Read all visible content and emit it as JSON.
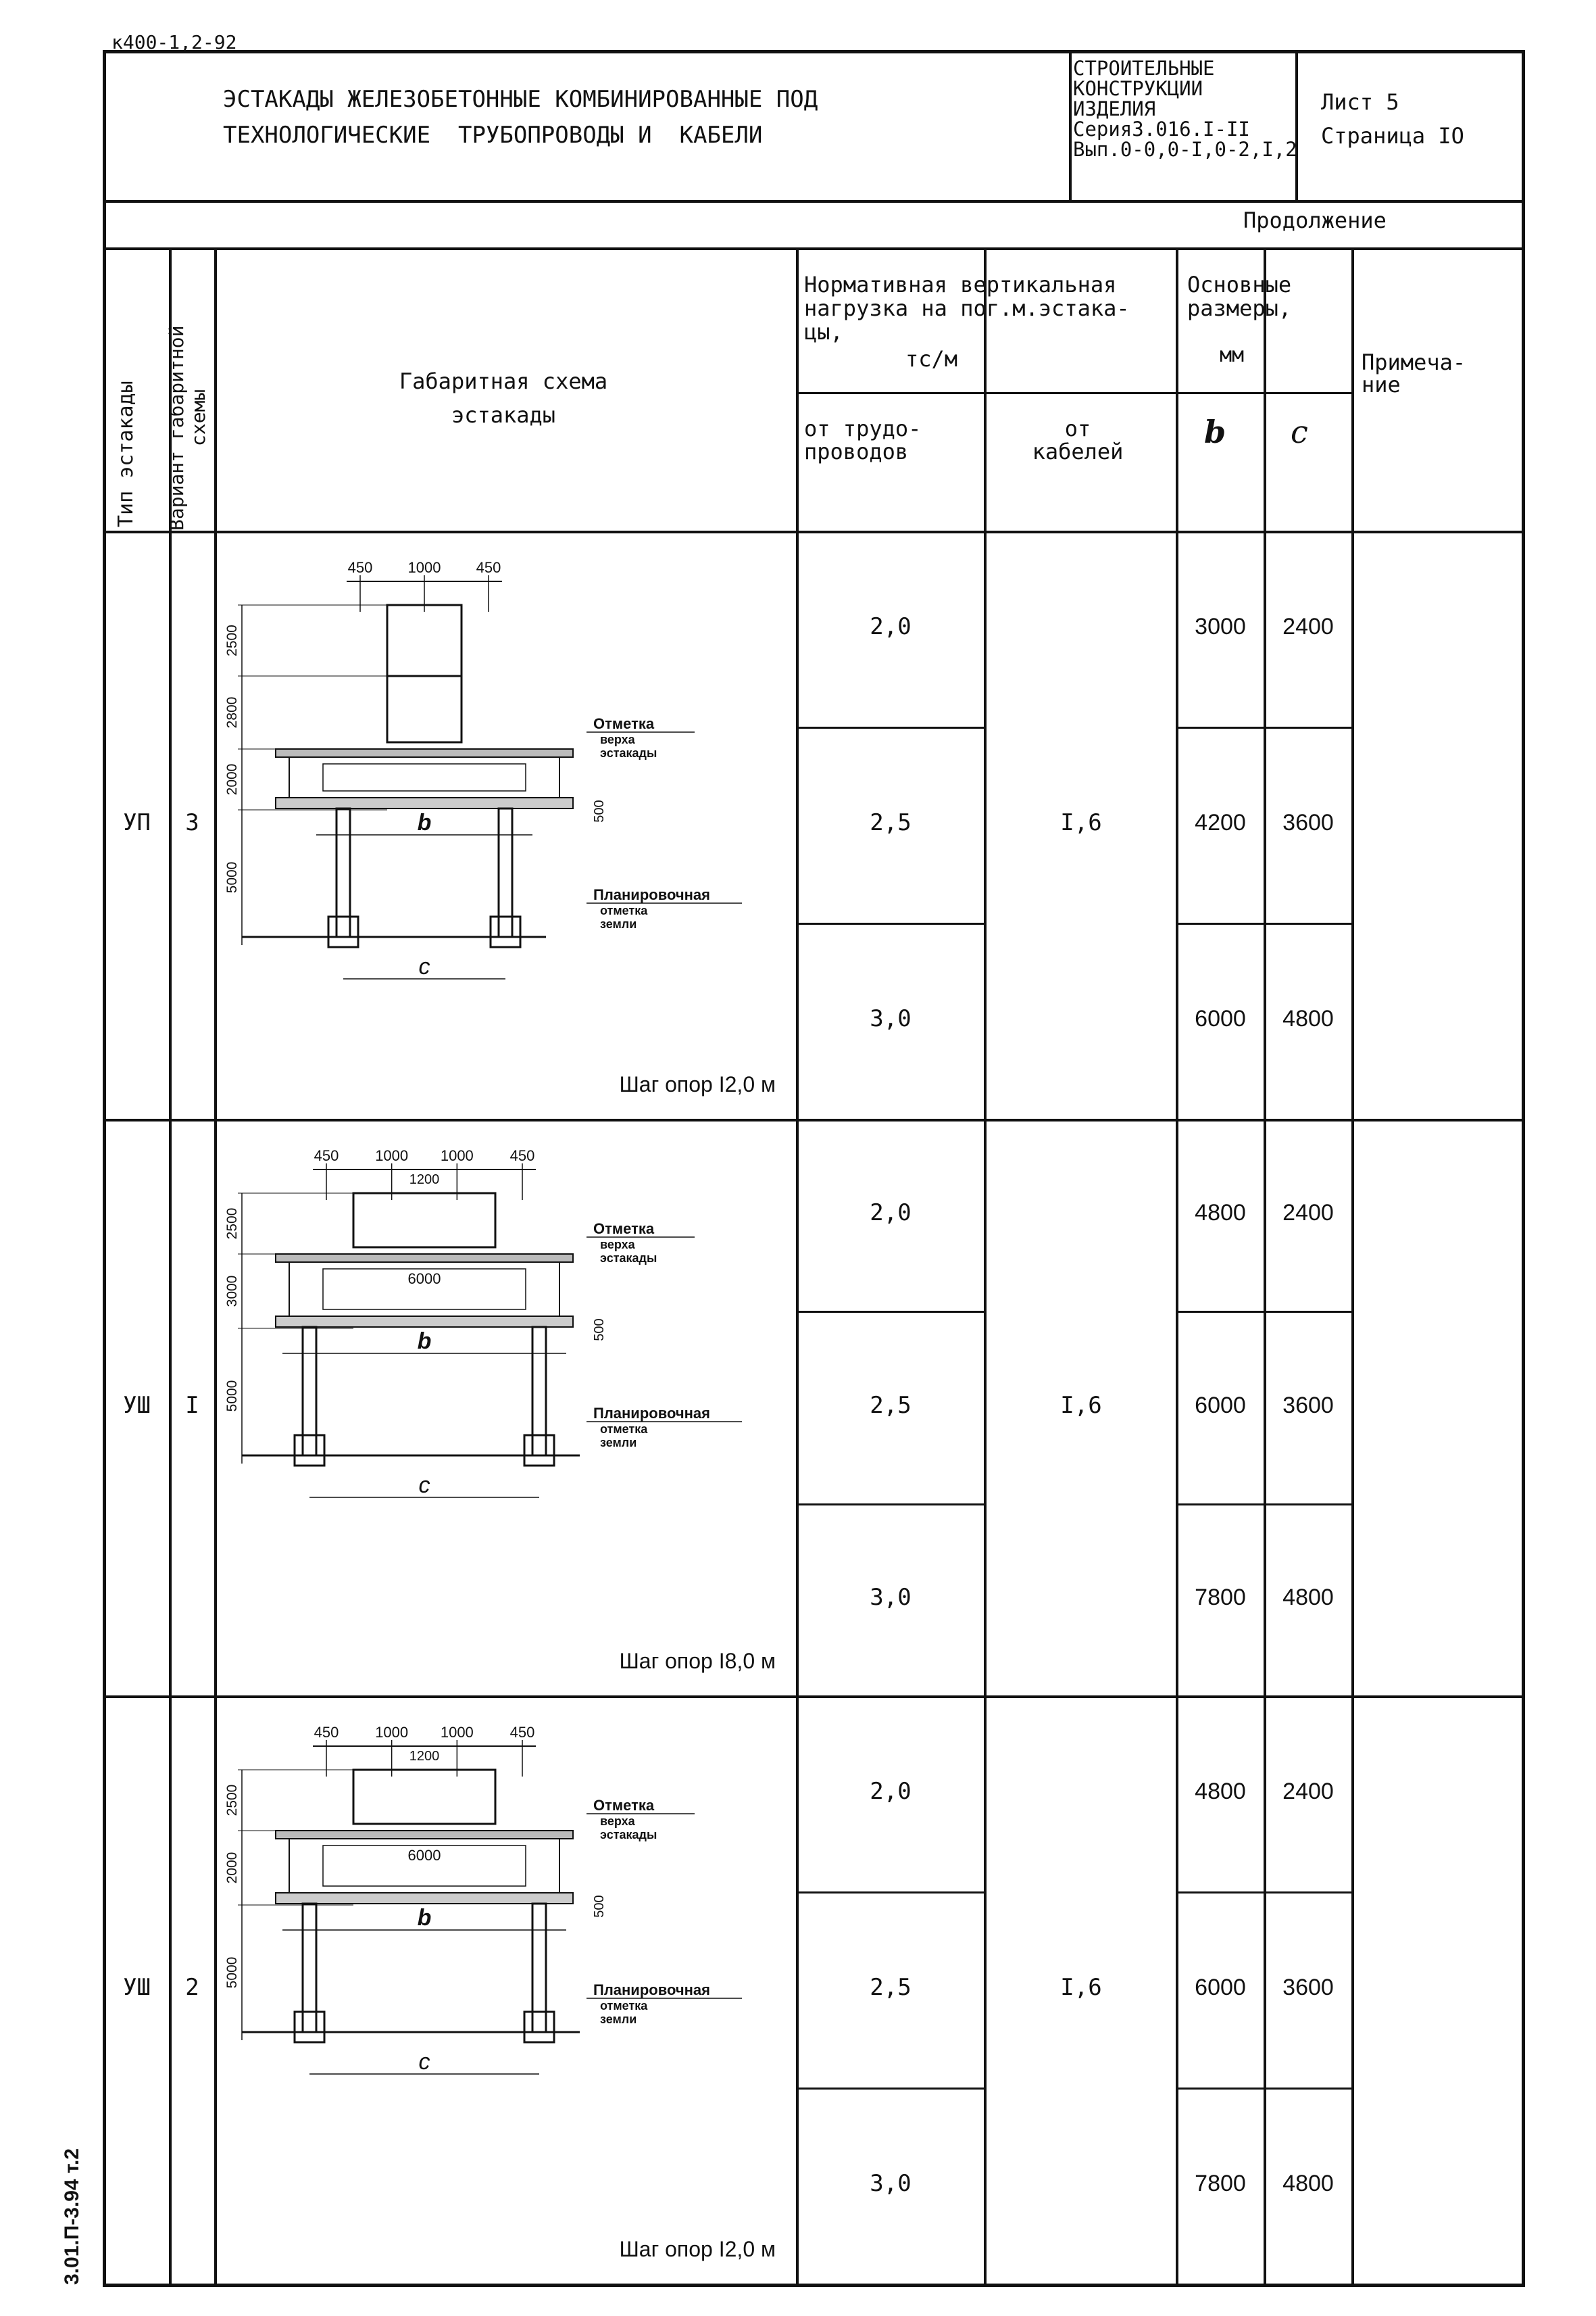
{
  "doc_code": "к400-1,2-92",
  "title": {
    "line1": "ЭСТАКАДЫ ЖЕЛЕЗОБЕТОННЫЕ КОМБИНИРОВАННЫЕ ПОД",
    "line2": "ТЕХНОЛОГИЧЕСКИЕ  ТРУБОПРОВОДЫ И  КАБЕЛИ"
  },
  "series_block": {
    "line1": "СТРОИТЕЛЬНЫЕ",
    "line2": "КОНСТРУКЦИИ",
    "line3": "ИЗДЕЛИЯ",
    "line4": "Серия3.016.I-II",
    "line5": "Вып.0-0,0-I,0-2,I,2"
  },
  "sheet": {
    "list": "Лист 5",
    "page": "Страница IO"
  },
  "continuation": "Продолжение",
  "headers": {
    "type": "Тип эстакады",
    "variant_line1": "Вариант габаритной",
    "variant_line2": "схемы",
    "scheme_line1": "Габаритная схема",
    "scheme_line2": "эстакады",
    "load_line1": "Нормативная вертикальная",
    "load_line2": "нагрузка на пог.м.эстака-",
    "load_line3": "цы,",
    "load_unit": "тс/м",
    "from_pipes_line1": "от трудо-",
    "from_pipes_line2": "проводов",
    "from_cables_line1": "от",
    "from_cables_line2": "кабелей",
    "dims_line1": "Основные",
    "dims_line2": "размеры,",
    "dims_unit": "мм",
    "b": "b",
    "c": "c",
    "notes_line1": "Примеча-",
    "notes_line2": "ние"
  },
  "groups": [
    {
      "type": "УП",
      "variant": "3",
      "cable_load": "I,6",
      "rows": [
        {
          "pipe": "2,0",
          "b": "3000",
          "c": "2400"
        },
        {
          "pipe": "2,5",
          "b": "4200",
          "c": "3600"
        },
        {
          "pipe": "3,0",
          "b": "6000",
          "c": "4800"
        }
      ],
      "diagram": {
        "top_dims": [
          "450",
          "1000",
          "450"
        ],
        "inner_dim": "",
        "beam_dim": "",
        "left_dims": [
          "2500",
          "2800",
          "2000",
          "5000"
        ],
        "right_dim": "500",
        "label_top_1": "Отметка",
        "label_top_2": "верха",
        "label_top_3": "эстакады",
        "label_bot_1": "Планировочная",
        "label_bot_2": "отметка",
        "label_bot_3": "земли",
        "b_label": "b",
        "c_label": "c",
        "step": "Шаг опор I2,0 м"
      }
    },
    {
      "type": "УШ",
      "variant": "I",
      "cable_load": "I,6",
      "rows": [
        {
          "pipe": "2,0",
          "b": "4800",
          "c": "2400"
        },
        {
          "pipe": "2,5",
          "b": "6000",
          "c": "3600"
        },
        {
          "pipe": "3,0",
          "b": "7800",
          "c": "4800"
        }
      ],
      "diagram": {
        "top_dims": [
          "450",
          "1000",
          "1000",
          "450"
        ],
        "inner_dim": "1200",
        "beam_dim": "6000",
        "left_dims": [
          "2500",
          "3000",
          "5000"
        ],
        "right_dim": "500",
        "label_top_1": "Отметка",
        "label_top_2": "верха",
        "label_top_3": "эстакады",
        "label_bot_1": "Планировочная",
        "label_bot_2": "отметка",
        "label_bot_3": "земли",
        "b_label": "b",
        "c_label": "c",
        "step": "Шаг опор I8,0 м"
      }
    },
    {
      "type": "УШ",
      "variant": "2",
      "cable_load": "I,6",
      "rows": [
        {
          "pipe": "2,0",
          "b": "4800",
          "c": "2400"
        },
        {
          "pipe": "2,5",
          "b": "6000",
          "c": "3600"
        },
        {
          "pipe": "3,0",
          "b": "7800",
          "c": "4800"
        }
      ],
      "diagram": {
        "top_dims": [
          "450",
          "1000",
          "1000",
          "450"
        ],
        "inner_dim": "1200",
        "beam_dim": "6000",
        "left_dims": [
          "2500",
          "2000",
          "5000"
        ],
        "right_dim": "500",
        "label_top_1": "Отметка",
        "label_top_2": "верха",
        "label_top_3": "эстакады",
        "label_bot_1": "Планировочная",
        "label_bot_2": "отметка",
        "label_bot_3": "земли",
        "b_label": "b",
        "c_label": "c",
        "step": "Шаг опор I2,0 м"
      }
    }
  ],
  "side_stamp": "3.01.П-3.94 т.2"
}
